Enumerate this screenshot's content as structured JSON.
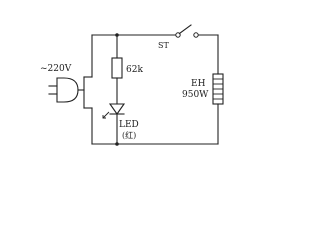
{
  "source": {
    "voltage": "~220V"
  },
  "resistor": {
    "value": "62k"
  },
  "switch": {
    "ref": "ST"
  },
  "led": {
    "ref": "LED",
    "note": "(红)"
  },
  "heater": {
    "ref": "EH",
    "power": "950W"
  }
}
